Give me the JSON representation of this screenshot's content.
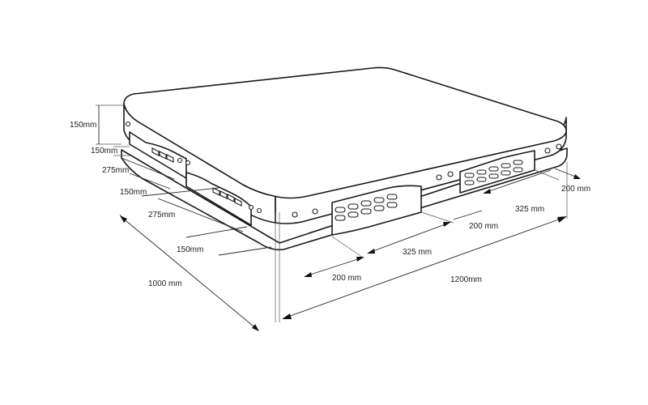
{
  "dimensions": {
    "height_top": "150mm",
    "block_height": "150mm",
    "left_1": "275mm",
    "left_2": "150mm",
    "left_3": "275mm",
    "left_4": "150mm",
    "depth_total": "1000 mm",
    "front_1": "200 mm",
    "front_2": "325 mm",
    "front_3": "200 mm",
    "front_4": "325 mm",
    "front_5": "200 mm",
    "length_total": "1200mm"
  }
}
